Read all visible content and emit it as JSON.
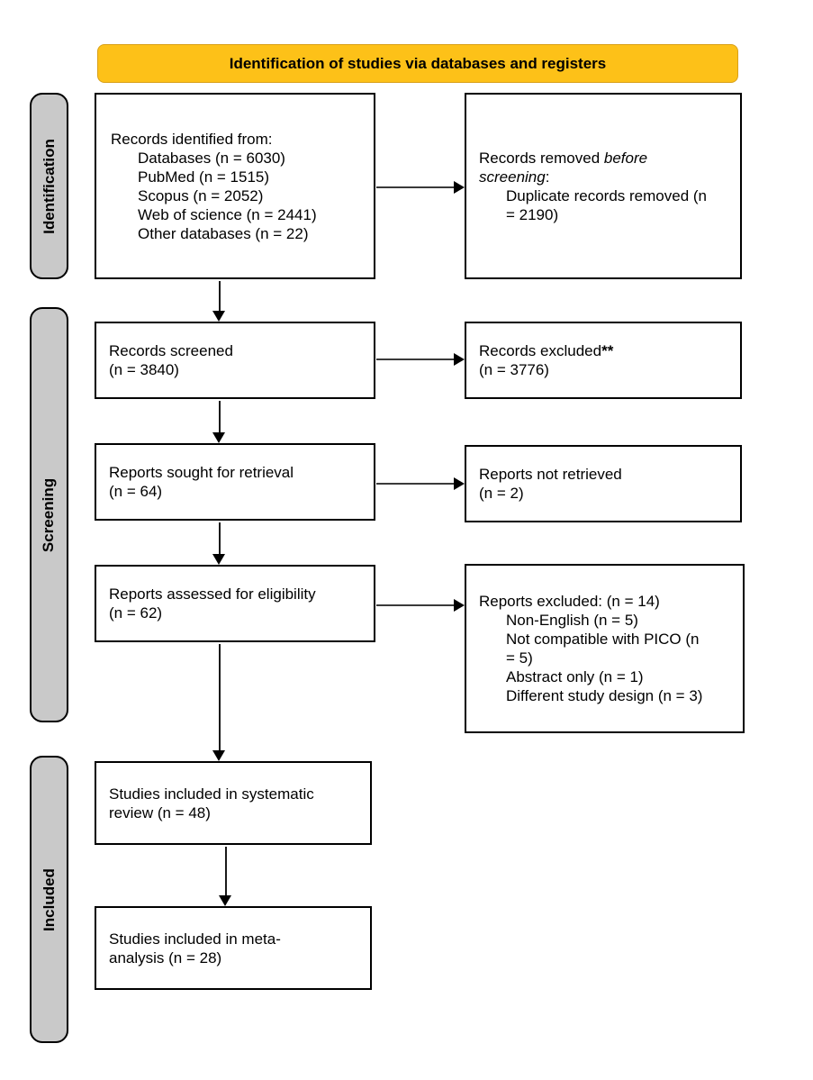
{
  "header": {
    "title": "Identification of studies via databases and registers"
  },
  "stages": {
    "identification": "Identification",
    "screening": "Screening",
    "included": "Included"
  },
  "boxes": {
    "records_identified": {
      "heading": "Records identified from:",
      "items": [
        "Databases (n = 6030)",
        "PubMed (n = 1515)",
        "Scopus (n = 2052)",
        "Web of science (n = 2441)",
        "Other databases (n = 22)"
      ]
    },
    "records_removed": {
      "l1_normal": "Records removed ",
      "l1_italic": "before",
      "l2_italic": "screening",
      "l2_suffix": ":",
      "items": [
        "Duplicate records removed (n",
        "= 2190)"
      ]
    },
    "records_screened": {
      "line1": "Records screened",
      "line2": "(n = 3840)"
    },
    "records_excluded": {
      "text": "Records excluded",
      "marker": "**",
      "line2": "(n = 3776)"
    },
    "reports_sought": {
      "line1": "Reports sought for retrieval",
      "line2": "(n = 64)"
    },
    "reports_not_retrieved": {
      "line1": "Reports not retrieved",
      "line2": "(n = 2)"
    },
    "reports_assessed": {
      "line1": "Reports assessed for eligibility",
      "line2": "(n = 62)"
    },
    "reports_excluded": {
      "heading": "Reports excluded: (n = 14)",
      "items": [
        "Non-English (n = 5)",
        "Not compatible with PICO (n",
        "= 5)",
        "Abstract only (n = 1)",
        "Different study design (n = 3)"
      ]
    },
    "studies_systematic": {
      "line1": "Studies included in systematic",
      "line2": "review (n = 48)"
    },
    "studies_meta": {
      "line1": "Studies included in meta-",
      "line2": "analysis (n = 28)"
    }
  },
  "colors": {
    "title_bg": "#FDC118",
    "title_border": "#D9A018",
    "stage_bg": "#C9C9C9",
    "box_border": "#000000",
    "box_bg": "#FFFFFF"
  }
}
